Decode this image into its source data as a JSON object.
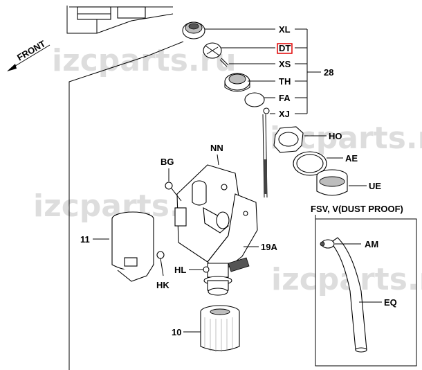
{
  "watermarks": [
    "izcparts.ru",
    "izcparts.ru",
    "izcparts.ru",
    "izcparts.ru"
  ],
  "front_label": "FRONT",
  "callouts": {
    "xl": "XL",
    "dt": "DT",
    "xs": "XS",
    "th": "TH",
    "fa": "FA",
    "xj": "XJ",
    "group_28": "28",
    "ho": "HO",
    "ae": "AE",
    "ue": "UE",
    "fsv_note": "FSV, V(DUST PROOF)",
    "am": "AM",
    "eq": "EQ",
    "nn": "NN",
    "bg": "BG",
    "p11": "11",
    "p19a": "19A",
    "hl": "HL",
    "hk": "HK",
    "p10": "10"
  },
  "highlight_color": "#e00000"
}
